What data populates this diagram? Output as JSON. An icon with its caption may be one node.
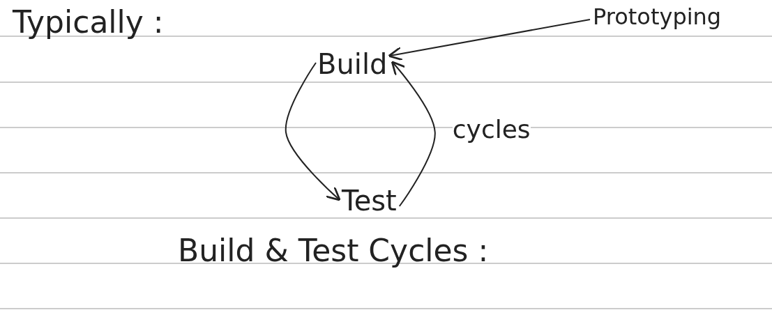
{
  "diagram": {
    "nodes": [
      {
        "text": [
          "Prototyping"
        ]
      },
      {
        "text": [
          "Build"
        ]
      },
      {
        "text": [
          "Test"
        ]
      }
    ],
    "edges": [
      {
        "from": 0,
        "to": 1,
        "arrow": "to"
      },
      {
        "from": 1,
        "to": 2,
        "arrow": "to"
      },
      {
        "from": 2,
        "to": 1,
        "arrow": "to",
        "label": "cycles"
      }
    ],
    "labels": [
      "Typically :",
      "Build & Test Cycles :"
    ]
  }
}
